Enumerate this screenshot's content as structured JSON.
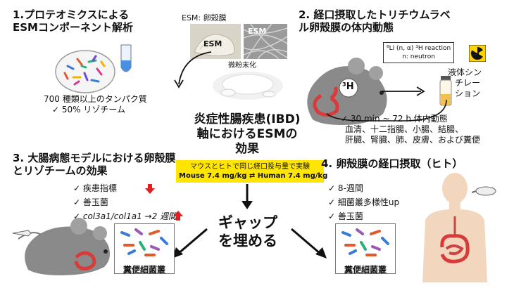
{
  "center": {
    "title_lines": [
      "炎症性腸疾患(IBD)",
      "軸におけるESMの",
      "効果"
    ],
    "banner_line1": "マウスとヒトで同じ経口投与量で実験",
    "banner_line2": "Mouse 7.4 mg/kg ⇄ Human 7.4 mg/kg",
    "gap_lines": [
      "ギャップ",
      "を埋める"
    ]
  },
  "section1": {
    "title_lines": [
      "1.プロテオミクスによる",
      "ESMコンポーネント解析"
    ],
    "esm_label": "ESM: 卵殻膜",
    "esm_in_photo": "ESM",
    "esm_micro": "ESM",
    "powder_label": "微粉末化",
    "notes": [
      "700 種類以上のタンパク質",
      "✓  50% リゾチーム"
    ]
  },
  "section2": {
    "title_lines": [
      "2. 経口摂取したトリチウムラベ",
      "ル卵殻膜の体内動態"
    ],
    "reaction_line1": "⁶Li (n, α) ³H reaction",
    "reaction_line2": "n: neutron",
    "tritium_label": "³H",
    "scint_lines": [
      "液体シン",
      "チレー",
      "ション"
    ],
    "notes": [
      "✓  30 min ~ 72 h 体内動態",
      "血清、十二指腸、小腸、結腸、",
      "肝臓、腎臓、肺、皮膚、および糞便"
    ]
  },
  "section3": {
    "title_lines": [
      "3. 大腸病態モデルにおける卵殻膜",
      "とリゾチームの効果"
    ],
    "items": [
      "✓  疾患指標",
      "✓  善玉菌",
      "✓  col3a1/col1a1 →2 週間"
    ],
    "box_label": "糞便細菌叢"
  },
  "section4": {
    "title": "4. 卵殻膜の経口摂取（ヒト）",
    "items": [
      "✓  8-週間",
      "✓  細菌叢多様性up",
      "✓  善玉菌"
    ],
    "box_label": "糞便細菌叢"
  },
  "colors": {
    "banner": "#ffe500",
    "arrow_down": "#e02020",
    "arrow_up": "#e02020",
    "mouse": "#8a8a8a",
    "intestine": "#d93a3a",
    "skin": "#f3d6be"
  },
  "icons": [
    "radiation-icon",
    "mouse-icon",
    "vial-icon",
    "petri-dish-icon",
    "pipette-icon",
    "human-figure-icon",
    "bacteria-icon",
    "arrow-icon"
  ]
}
